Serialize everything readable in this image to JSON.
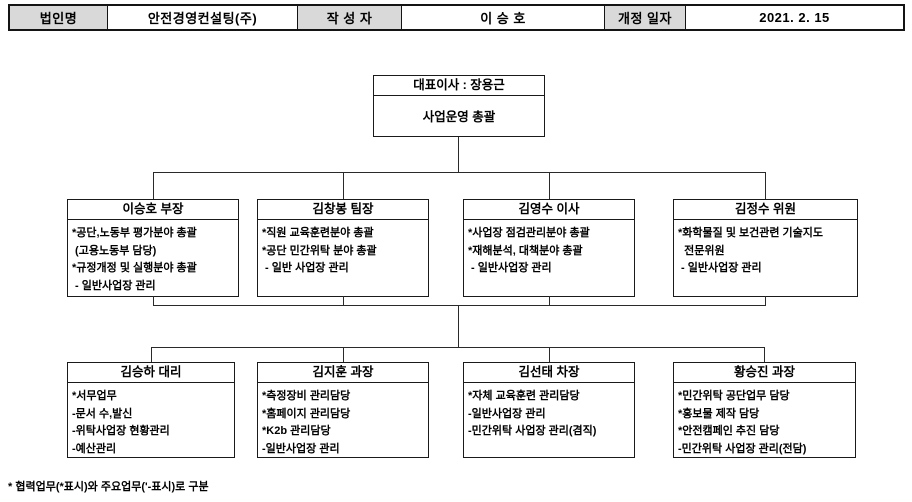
{
  "meta": {
    "corp_label": "법인명",
    "corp_value": "안전경영컨설팅(주)",
    "author_label": "작 성 자",
    "author_value": "이 승 호",
    "date_label": "개정 일자",
    "date_value": "2021. 2. 15"
  },
  "org": {
    "root": {
      "title": "대표이사 : 장용근",
      "role": "사업운영 총괄"
    },
    "managers": [
      {
        "title": "이승호 부장",
        "duties": [
          "*공단,노동부 평가분야 총괄",
          " (고용노동부 담당)",
          "*규정개정 및 실행분야 총괄",
          " - 일반사업장 관리"
        ]
      },
      {
        "title": "김창봉 팀장",
        "duties": [
          "*직원 교육훈련분야 총괄",
          "*공단 민간위탁 분야 총괄",
          " - 일반 사업장 관리"
        ]
      },
      {
        "title": "김영수 이사",
        "duties": [
          "*사업장 점검관리분야 총괄",
          "*재해분석, 대책분야 총괄",
          " - 일반사업장 관리"
        ]
      },
      {
        "title": "김정수 위원",
        "duties": [
          "*화학물질 및 보건관련 기술지도",
          "  전문위원",
          " - 일반사업장 관리"
        ]
      }
    ],
    "staff": [
      {
        "title": "김승하 대리",
        "duties": [
          "*서무업무",
          "-문서 수,발신",
          "-위탁사업장 현황관리",
          "-예산관리"
        ]
      },
      {
        "title": "김지훈 과장",
        "duties": [
          "*측정장비 관리담당",
          "*홈페이지 관리담당",
          "*K2b 관리담당",
          "-일반사업장 관리"
        ]
      },
      {
        "title": "김선태 차장",
        "duties": [
          "*자체 교육훈련 관리담당",
          "-일반사업장 관리",
          "-민간위탁 사업장 관리(겸직)"
        ]
      },
      {
        "title": "황승진 과장",
        "duties": [
          "*민간위탁 공단업무 담당",
          "*홍보물 제작 담당",
          "*안전캠페인 추진 담당",
          "-민간위탁 사업장 관리(전담)"
        ]
      }
    ]
  },
  "footnote": "* 협력업무(*표시)와 주요업무('-표시)로 구분",
  "colors": {
    "label_bg": "#d9d9d9",
    "border": "#1a1a1a",
    "text": "#000000",
    "background": "#ffffff"
  }
}
